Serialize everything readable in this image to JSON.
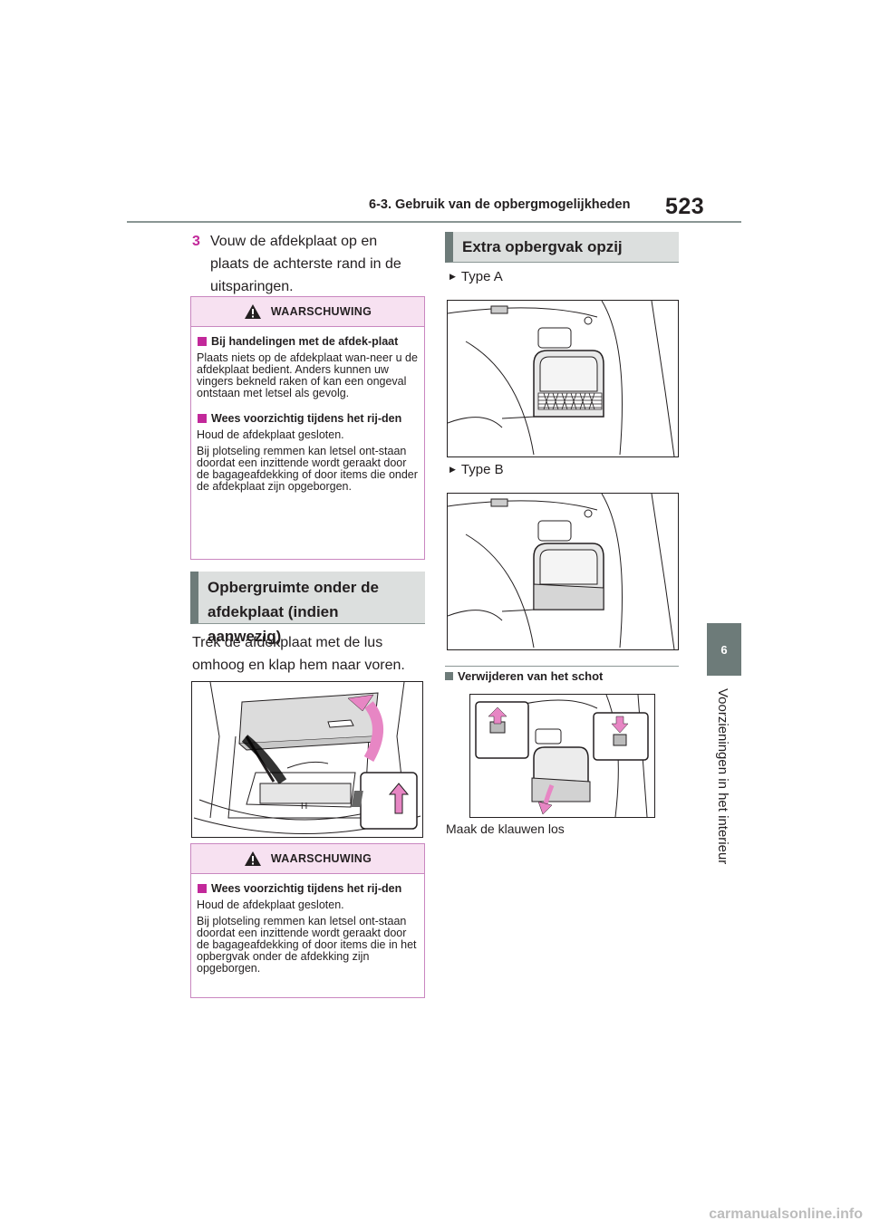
{
  "header": {
    "title": "6-3. Gebruik van de opbergmogelijkheden",
    "page_number": "523"
  },
  "chapter": {
    "number": "6",
    "title": "Voorzieningen in het interieur"
  },
  "step3": {
    "number": "3",
    "text": "Vouw de afdekplaat op en plaats de achterste rand in de uitsparingen."
  },
  "warning1": {
    "label": "WAARSCHUWING",
    "items": [
      {
        "heading": "Bij handelingen met de afdek-plaat",
        "paragraphs": [
          "Plaats niets op de afdekplaat wan-neer u de afdekplaat bedient. Anders kunnen uw vingers bekneld raken of kan een ongeval ontstaan met letsel als gevolg."
        ]
      },
      {
        "heading": "Wees voorzichtig tijdens het rij-den",
        "paragraphs": [
          "Houd de afdekplaat gesloten.",
          "Bij plotseling remmen kan letsel ont-staan doordat een inzittende wordt geraakt door de bagageafdekking of door items die onder de afdekplaat zijn opgeborgen."
        ]
      }
    ]
  },
  "section_under_cover": {
    "title": "Opbergruimte onder de afdekplaat (indien aanwezig)",
    "text": "Trek de afdekplaat met de lus omhoog en klap hem naar voren."
  },
  "warning2": {
    "label": "WAARSCHUWING",
    "items": [
      {
        "heading": "Wees voorzichtig tijdens het rij-den",
        "paragraphs": [
          "Houd de afdekplaat gesloten.",
          "Bij plotseling remmen kan letsel ont-staan doordat een inzittende wordt geraakt door de bagageafdekking of door items die in het opbergvak onder de afdekking zijn opgeborgen."
        ]
      }
    ]
  },
  "section_side": {
    "title": "Extra opbergvak opzij",
    "type_a": "Type A",
    "type_b": "Type B",
    "remove_heading": "Verwijderen van het schot",
    "remove_caption": "Maak de klauwen los"
  },
  "colors": {
    "accent": "#c2289a",
    "gray_tab": "#6d7b79",
    "warning_bg": "#f7e1f1",
    "section_bg": "#dcdfde"
  },
  "watermark": "carmanualsonline.info"
}
